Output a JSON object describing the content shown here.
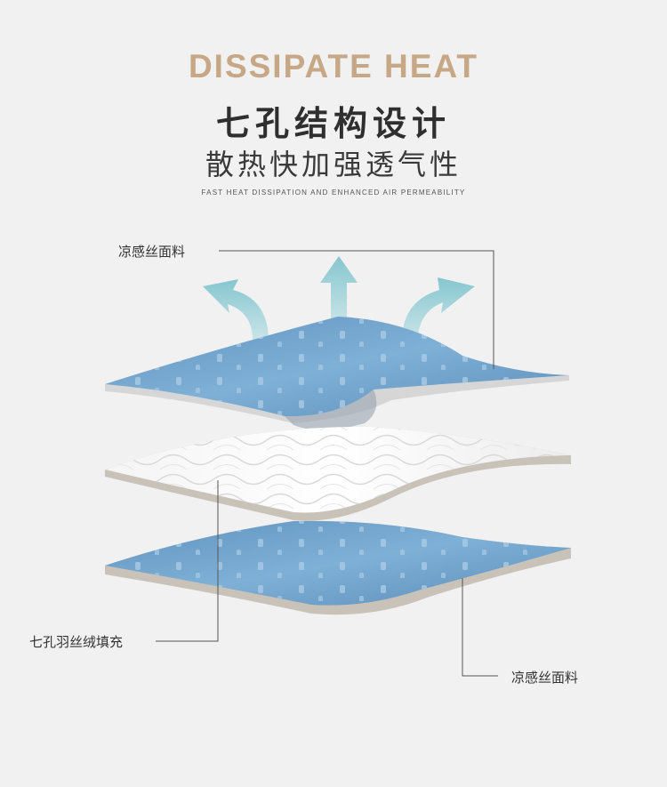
{
  "header": {
    "headline_en": "DISSIPATE HEAT",
    "title_cn": "七孔结构设计",
    "subtitle_cn": "散热快加强透气性",
    "caption_en": "FAST HEAT DISSIPATION AND ENHANCED AIR PERMEABILITY"
  },
  "callouts": {
    "top_layer": "凉感丝面料",
    "middle_layer": "七孔羽丝绒填充",
    "bottom_layer": "凉感丝面料"
  },
  "colors": {
    "background": "#f1f1f1",
    "accent_gold": "#c7a886",
    "fabric_blue": "#6f9fc6",
    "arrow_teal": "#8fc9d2",
    "leader_line": "#555555"
  },
  "icons": [
    "up-arrow-icon",
    "curved-arrow-left-icon",
    "curved-arrow-right-icon"
  ]
}
